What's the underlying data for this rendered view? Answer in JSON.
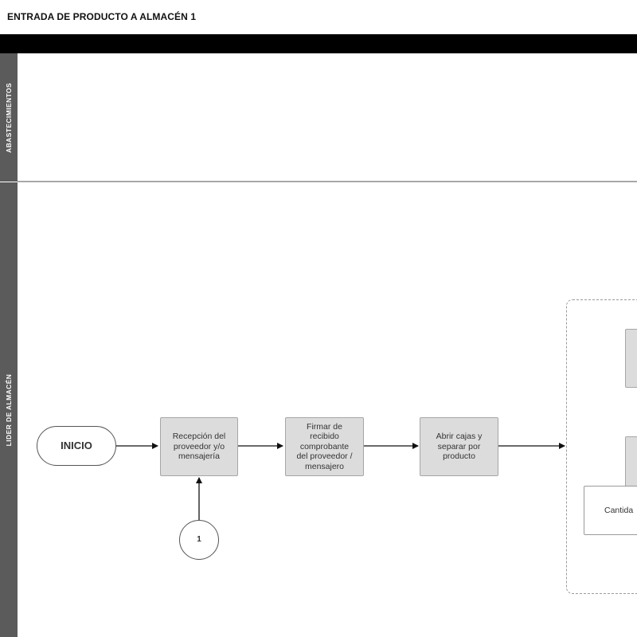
{
  "diagram": {
    "title": "ENTRADA DE PRODUCTO A ALMACÉN 1",
    "lanes": [
      {
        "label": "ABASTECIMIENTOS"
      },
      {
        "label": "LIDER DE ALMACÉN"
      }
    ],
    "nodes": {
      "inicio": "INICIO",
      "recepcion": "Recepción del proveedor y/o mensajería",
      "firmar": "Firmar de recibido comprobante del proveedor / mensajero",
      "abrir": "Abrir cajas y separar por producto",
      "connector_1": "1",
      "cantidad_partial": "Cantida"
    }
  }
}
